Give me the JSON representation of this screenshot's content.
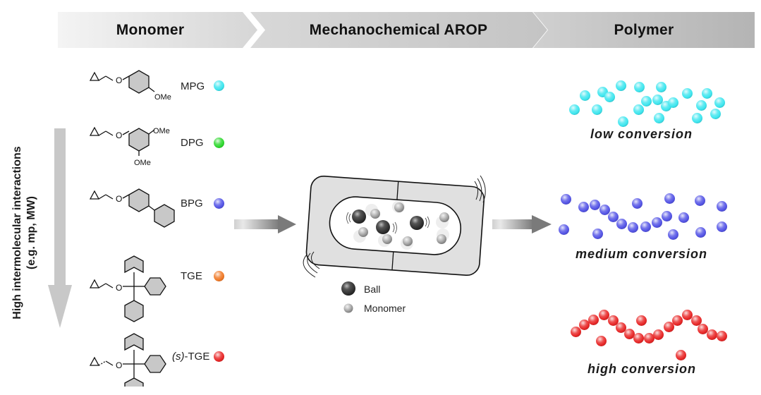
{
  "header": {
    "stages": [
      {
        "label": "Monomer"
      },
      {
        "label": "Mechanochemical AROP"
      },
      {
        "label": "Polymer"
      }
    ]
  },
  "side_axis": {
    "line1": "High intermolecular interactions",
    "line2": "(e.g. mp, MW)"
  },
  "monomers": [
    {
      "name": "MPG",
      "color": "#3fe6ef",
      "substituent": "OMe"
    },
    {
      "name": "DPG",
      "color": "#2fd82f",
      "substituent": "OMe"
    },
    {
      "name": "BPG",
      "color": "#5555e6"
    },
    {
      "name": "TGE",
      "color": "#f07a28"
    },
    {
      "name_prefix": "(s)",
      "name": "-TGE",
      "color": "#e82828"
    }
  ],
  "substituent_labels": {
    "mpg_ome": "OMe",
    "dpg_ome_top": "OMe",
    "dpg_ome_bottom": "OMe",
    "o_atom": "O"
  },
  "reactor_legend": {
    "ball": "Ball",
    "monomer": "Monomer"
  },
  "outcomes": [
    {
      "label": "low conversion",
      "color": "#3fe6ef"
    },
    {
      "label": "medium conversion",
      "color": "#5555e6"
    },
    {
      "label": "high conversion",
      "color": "#e82828"
    }
  ]
}
